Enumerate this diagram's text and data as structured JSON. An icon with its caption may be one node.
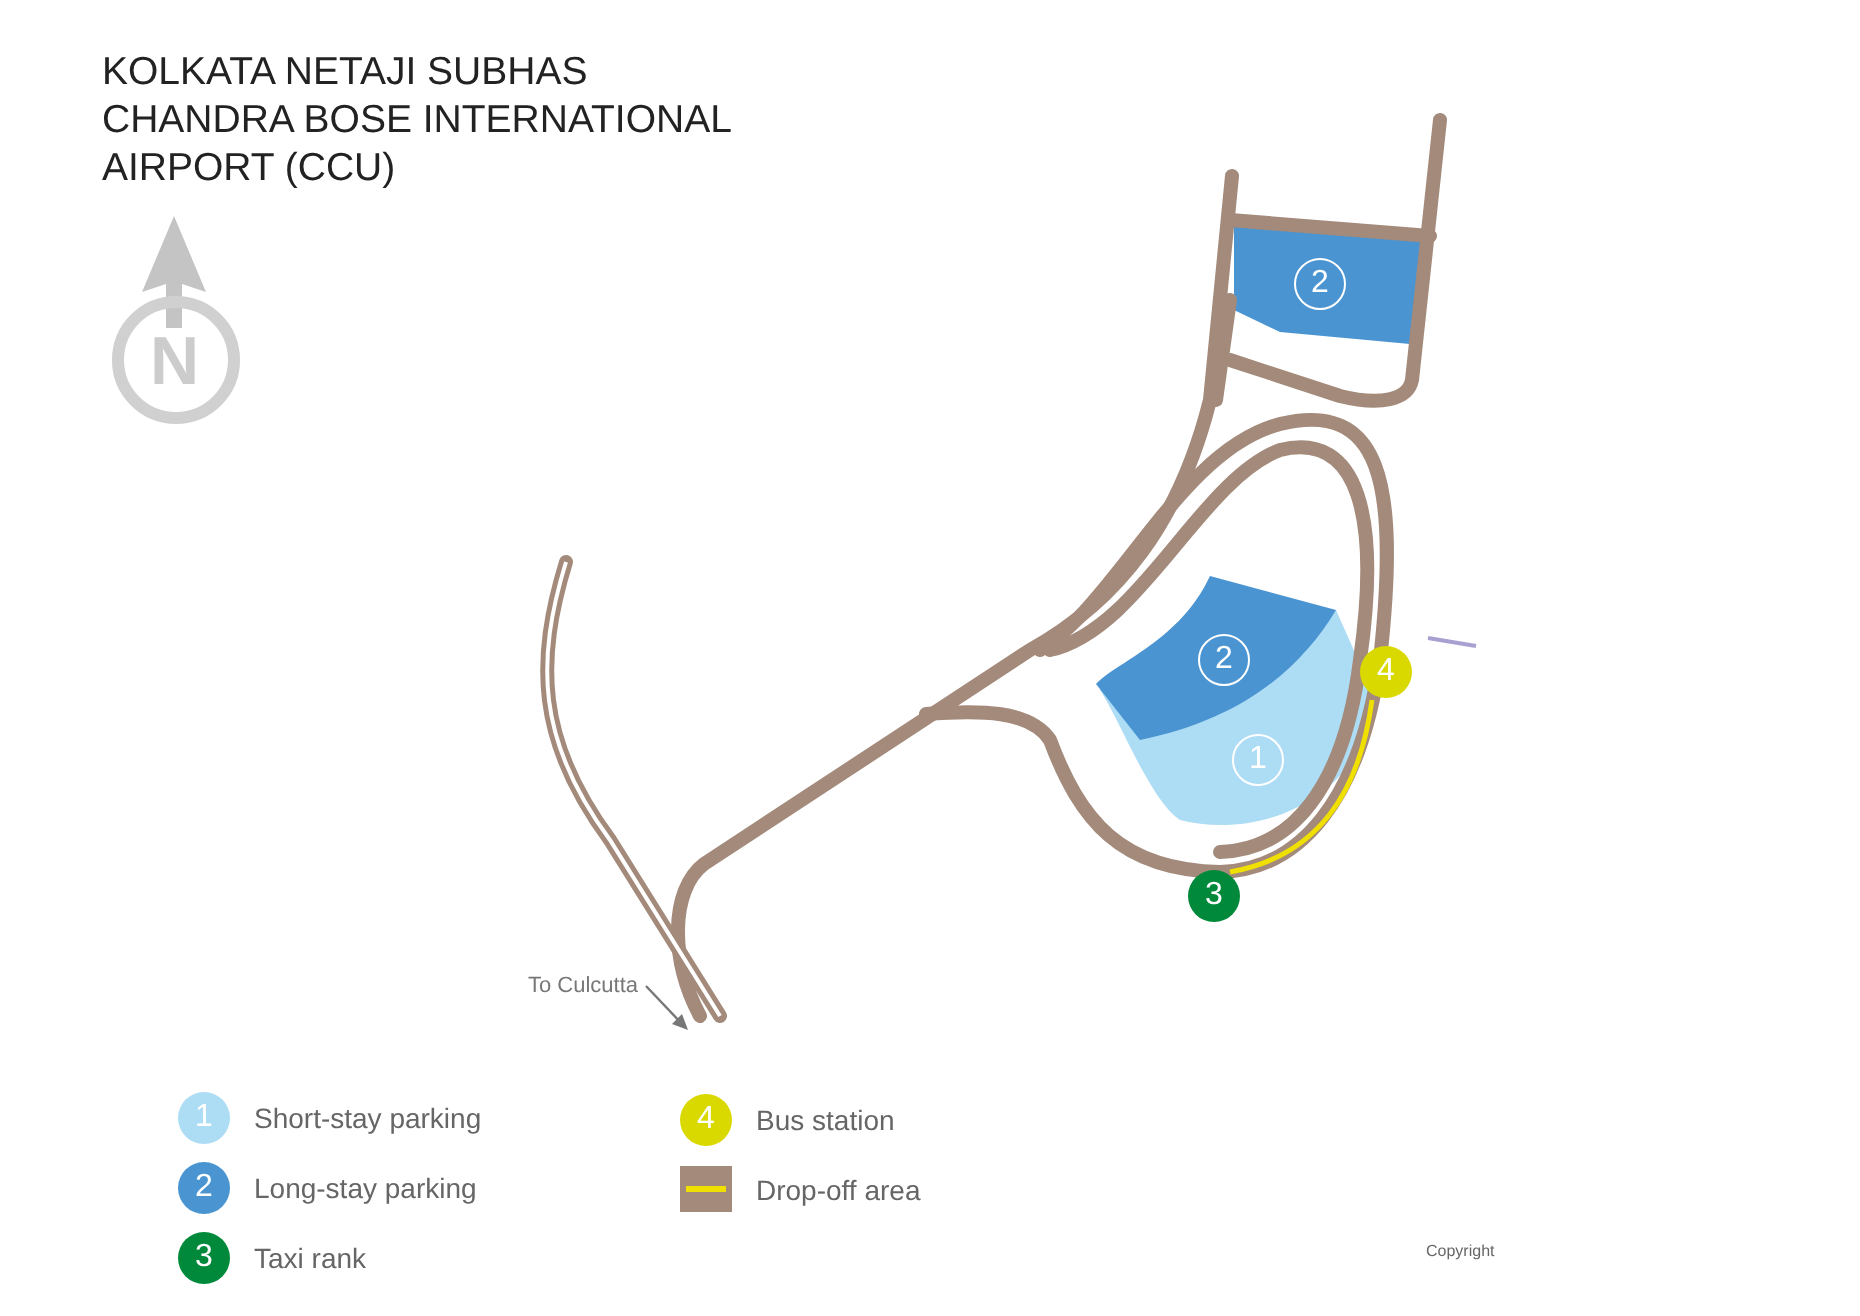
{
  "diagram": {
    "title": "KOLKATA NETAJI SUBHAS CHANDRA BOSE INTERNATIONAL AIRPORT (CCU)",
    "nodes": [
      {
        "text": [
          "2"
        ]
      },
      {
        "text": [
          "2"
        ]
      },
      {
        "text": [
          "1"
        ]
      },
      {
        "text": [
          "4"
        ]
      },
      {
        "text": [
          "3"
        ]
      }
    ],
    "labels": [
      "N",
      "To Culcutta",
      "1",
      "2",
      "3",
      "4",
      "Copyright"
    ],
    "legend": [
      {
        "text": "Short-stay parking",
        "color": "#addcf5"
      },
      {
        "text": "Long-stay parking",
        "color": "#4a94d2"
      },
      {
        "text": "Taxi rank",
        "color": "#00893a"
      },
      {
        "text": "Bus station",
        "color": "#d9d900"
      },
      {
        "text": "Drop-off area"
      }
    ]
  }
}
